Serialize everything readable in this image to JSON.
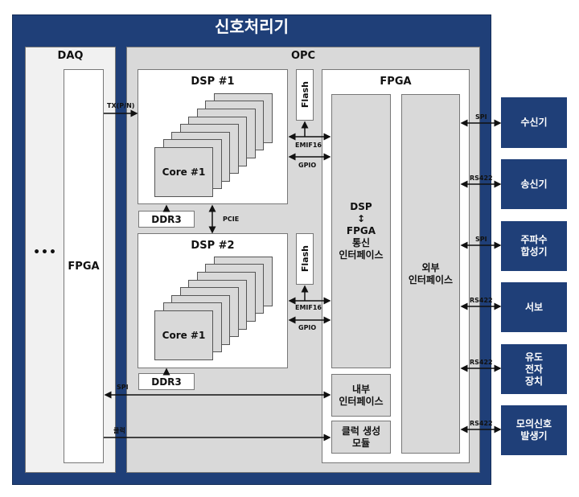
{
  "title": "신호처리기",
  "daq": {
    "label": "DAQ",
    "ellipsis": "•••",
    "fpga_label": "FPGA"
  },
  "opc": {
    "label": "OPC",
    "dsp1": {
      "label": "DSP #1",
      "core_label": "Core #1",
      "ddr_label": "DDR3",
      "flash_label": "Flash"
    },
    "dsp2": {
      "label": "DSP #2",
      "core_label": "Core #1",
      "ddr_label": "DDR3",
      "flash_label": "Flash"
    },
    "pcie_label": "PCIE",
    "emif_label": "EMIF16",
    "gpio_label": "GPIO",
    "fpga": {
      "label": "FPGA",
      "comm_if": "DSP\n↕\nFPGA\n통신\n인터페이스",
      "ext_if": "외부\n인터페이스",
      "int_if": "내부\n인터페이스",
      "clock_gen": "클럭 생성\n모듈"
    }
  },
  "links": {
    "tx": "TX(P/N)",
    "spi": "SPI",
    "clock": "클럭"
  },
  "external_devices": [
    {
      "name": "수신기",
      "interface": "SPI"
    },
    {
      "name": "송신기",
      "interface": "RS422"
    },
    {
      "name": "주파수\n합성기",
      "interface": "SPI"
    },
    {
      "name": "서보",
      "interface": "RS422"
    },
    {
      "name": "유도\n전자\n장치",
      "interface": "RS422"
    },
    {
      "name": "모의신호\n발생기",
      "interface": "RS422"
    }
  ],
  "colors": {
    "navy": "#1f3f78",
    "panel_grey": "#d9d9d9",
    "daq_bg": "#f1f1f1"
  }
}
